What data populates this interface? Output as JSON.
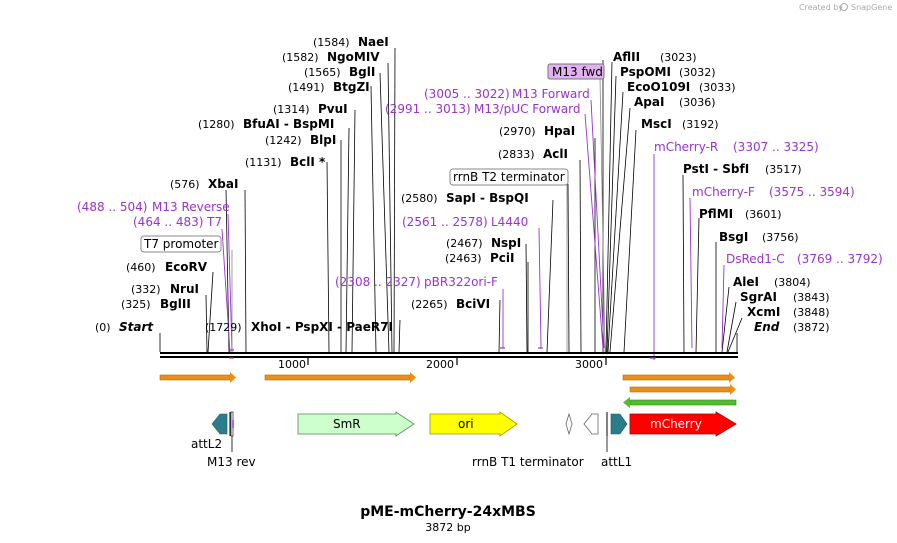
{
  "credit": "Created by",
  "brand": "SnapGene",
  "plasmid": {
    "name": "pME-mCherry-24xMBS",
    "length_label": "3872 bp",
    "length": 3872
  },
  "ruler": [
    "1000",
    "2000",
    "3000"
  ],
  "sites": [
    {
      "pos": "(0)",
      "name": "Start"
    },
    {
      "pos": "(1729)",
      "name": "XhoI - PspXI - PaeR7I"
    },
    {
      "pos": "(325)",
      "name": "BglII"
    },
    {
      "pos": "(332)",
      "name": "NruI"
    },
    {
      "pos": "(460)",
      "name": "EcoRV"
    },
    {
      "pos": "(576)",
      "name": "XbaI"
    },
    {
      "pos": "(1131)",
      "name": "BclI *"
    },
    {
      "pos": "(1242)",
      "name": "BlpI"
    },
    {
      "pos": "(1280)",
      "name": "BfuAI - BspMI"
    },
    {
      "pos": "(1314)",
      "name": "PvuI"
    },
    {
      "pos": "(1491)",
      "name": "BtgZI"
    },
    {
      "pos": "(1565)",
      "name": "BglI"
    },
    {
      "pos": "(1582)",
      "name": "NgoMIV"
    },
    {
      "pos": "(1584)",
      "name": "NaeI"
    },
    {
      "pos": "(2265)",
      "name": "BciVI"
    },
    {
      "pos": "(2463)",
      "name": "PciI"
    },
    {
      "pos": "(2467)",
      "name": "NspI"
    },
    {
      "pos": "(2580)",
      "name": "SapI - BspQI"
    },
    {
      "pos": "(2833)",
      "name": "AclI"
    },
    {
      "pos": "(2970)",
      "name": "HpaI"
    },
    {
      "pos": "(3023)",
      "name": "AflII"
    },
    {
      "pos": "(3032)",
      "name": "PspOMI"
    },
    {
      "pos": "(3033)",
      "name": "EcoO109I"
    },
    {
      "pos": "(3036)",
      "name": "ApaI"
    },
    {
      "pos": "(3192)",
      "name": "MscI"
    },
    {
      "pos": "(3517)",
      "name": "PstI - SbfI"
    },
    {
      "pos": "(3601)",
      "name": "PflMI"
    },
    {
      "pos": "(3756)",
      "name": "BsgI"
    },
    {
      "pos": "(3804)",
      "name": "AleI"
    },
    {
      "pos": "(3843)",
      "name": "SgrAI"
    },
    {
      "pos": "(3848)",
      "name": "XcmI"
    },
    {
      "pos": "(3872)",
      "name": "End"
    }
  ],
  "primers": [
    {
      "range": "(488 .. 504)",
      "name": "M13 Reverse"
    },
    {
      "range": "(464 .. 483)",
      "name": "T7"
    },
    {
      "range": "(2308 .. 2327)",
      "name": "pBR322ori-F"
    },
    {
      "range": "(2561 .. 2578)",
      "name": "L4440"
    },
    {
      "range": "(3005 .. 3022)",
      "name": "M13 Forward"
    },
    {
      "range": "(2991 .. 3013)",
      "name": "M13/pUC Forward"
    },
    {
      "range": "(3307 .. 3325)",
      "name": "mCherry-R"
    },
    {
      "range": "(3575 .. 3594)",
      "name": "mCherry-F"
    },
    {
      "range": "(3769 .. 3792)",
      "name": "DsRed1-C"
    }
  ],
  "boxed_labels": [
    "T7 promoter",
    "rrnB T2 terminator",
    "M13 fwd"
  ],
  "features": [
    "attL2",
    "M13 rev",
    "SmR",
    "ori",
    "rrnB T1 terminator",
    "attL1",
    "mCherry"
  ],
  "colors": {
    "backbone": "#000000",
    "primer": "#9933cc",
    "orf": "#e8901a",
    "smr": "#ccffcc",
    "ori": "#ffff00",
    "mcherry": "#ff0000",
    "att": "#2b7c8c",
    "green_orf": "#55bb33"
  }
}
